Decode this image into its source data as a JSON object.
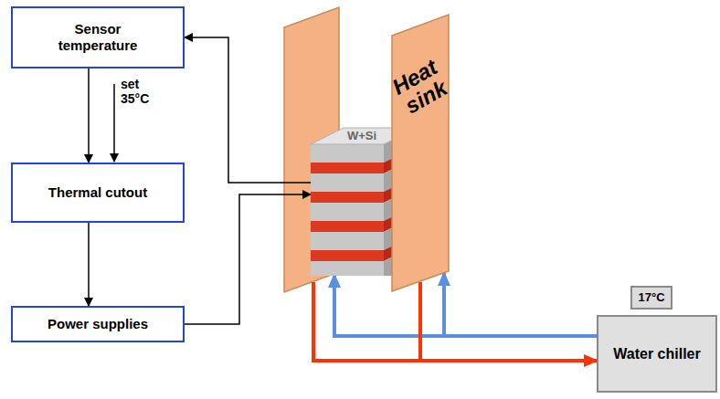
{
  "diagram": {
    "nodes": [
      {
        "text": [
          "Sensor temperature"
        ]
      },
      {
        "text": [
          "Thermal cutout"
        ]
      },
      {
        "text": [
          "Power supplies"
        ]
      },
      {
        "text": [
          "W+Si"
        ]
      },
      {
        "text": [
          "Heat sink"
        ]
      },
      {
        "text": [
          "17°C"
        ]
      },
      {
        "text": [
          "Water chiller"
        ]
      }
    ],
    "edges": [
      {
        "from": 0,
        "to": 1,
        "arrow": "to"
      },
      {
        "from": 1,
        "to": 2,
        "arrow": "to"
      },
      {
        "from": 2,
        "to": 3,
        "arrow": "to"
      },
      {
        "from": 3,
        "to": 0,
        "arrow": "to"
      },
      {
        "from": 6,
        "to": 4,
        "arrow": "to"
      },
      {
        "from": 4,
        "to": 6,
        "arrow": "to"
      }
    ],
    "labels": [
      "set 35°C"
    ]
  }
}
